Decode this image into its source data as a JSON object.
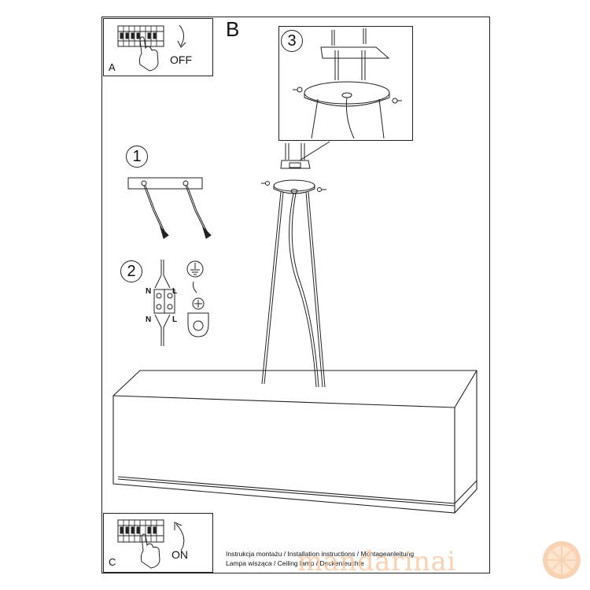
{
  "panels": {
    "a": {
      "letter": "A",
      "switch_label": "OFF"
    },
    "c": {
      "letter": "C",
      "switch_label": "ON"
    }
  },
  "section_label": "B",
  "steps": [
    "1",
    "2",
    "3"
  ],
  "wiring": {
    "n_top": "N",
    "l_top": "L",
    "n_bottom": "N",
    "l_bottom": "L"
  },
  "captions": {
    "line1": "Instrukcja montażu / Installation instructions / Montageanleitung",
    "line2": "Lampa wisząca / Ceiling lamp / Deckenleuchte"
  },
  "watermark": {
    "text": "mandarinai",
    "icon": "orange-slice-icon"
  },
  "colors": {
    "line": "#222222",
    "watermark": "#f6c39a"
  }
}
